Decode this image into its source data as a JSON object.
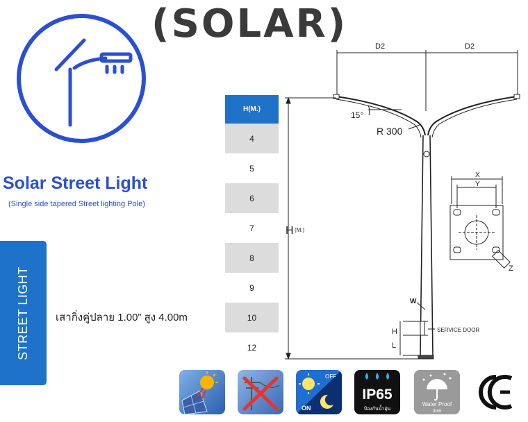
{
  "header": {
    "solar_title": "(SOLAR)"
  },
  "product": {
    "title": "Solar Street Light",
    "subtitle": "(Single side tapered Street lighting Pole)",
    "tab_label": "STREET LIGHT",
    "description": "เสากิ่งคู่ปลาย 1.00” สูง 4.00m"
  },
  "height_table": {
    "header": "H(M.)",
    "rows": [
      "4",
      "5",
      "6",
      "7",
      "8",
      "9",
      "10",
      "12"
    ]
  },
  "drawing": {
    "d2_left": "D2",
    "d2_right": "D2",
    "angle": "15°",
    "radius": "R 300",
    "height_label": "H",
    "height_unit": "(M.)",
    "w_label": "W",
    "x_label": "X",
    "y_label": "Y",
    "z_label": "Z",
    "h_label": "H",
    "l_label": "L",
    "service_door": "SERVICE DOOR"
  },
  "icons": [
    {
      "name": "solar-panel-icon"
    },
    {
      "name": "no-wiring-icon"
    },
    {
      "name": "auto-on-off-icon",
      "off": "OFF",
      "on": "ON"
    },
    {
      "name": "ip65-icon",
      "text": "IP65",
      "caption": "ป้องกันน้ำฝุ่น"
    },
    {
      "name": "water-proof-icon",
      "text": "Water Proof",
      "sub": "IP65"
    },
    {
      "name": "ce-mark-icon",
      "text": "CE"
    }
  ],
  "colors": {
    "brand_blue": "#2b4fd3",
    "tab_blue": "#1e73c8",
    "table_gray": "#dcdcdc"
  }
}
